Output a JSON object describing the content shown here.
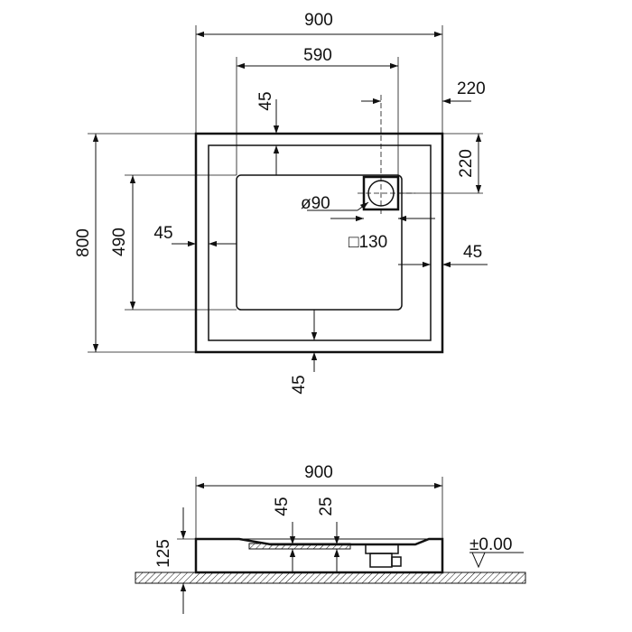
{
  "plan_view": {
    "overall_width": "900",
    "inner_width": "590",
    "drain_offset_right": "220",
    "rim_top": "45",
    "drain_offset_top": "220",
    "drain_diameter": "ø90",
    "drain_square": "□130",
    "rim_left": "45",
    "rim_right": "45",
    "overall_depth": "800",
    "inner_depth": "490",
    "rim_bottom": "45"
  },
  "side_view": {
    "overall_width": "900",
    "dim_45": "45",
    "dim_25": "25",
    "height": "125",
    "level": "±0.00"
  }
}
